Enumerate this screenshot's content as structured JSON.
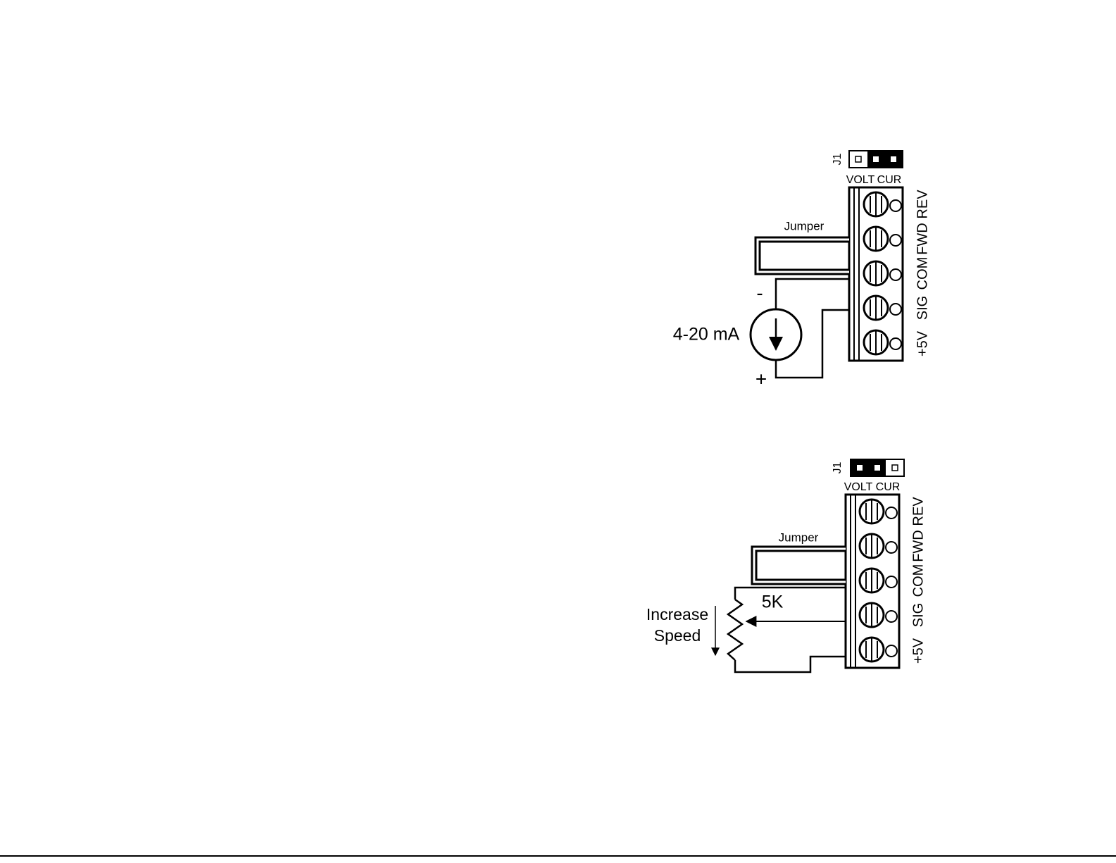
{
  "diagrams": [
    {
      "jumper_header_label": "J1",
      "jumper_active": "CUR",
      "header_labels": {
        "volt": "VOLT",
        "cur": "CUR"
      },
      "jumper_wire_label": "Jumper",
      "source_label": "4-20 mA",
      "minus_sign": "-",
      "plus_sign": "+",
      "terminals": [
        "REV",
        "FWD",
        "COM",
        "SIG",
        "+5V"
      ]
    },
    {
      "jumper_header_label": "J1",
      "jumper_active": "VOLT",
      "header_labels": {
        "volt": "VOLT",
        "cur": "CUR"
      },
      "jumper_wire_label": "Jumper",
      "pot_value": "5K",
      "pot_caption_line1": "Increase",
      "pot_caption_line2": "Speed",
      "terminals": [
        "REV",
        "FWD",
        "COM",
        "SIG",
        "+5V"
      ]
    }
  ],
  "colors": {
    "ink": "#000000",
    "paper": "#ffffff"
  }
}
